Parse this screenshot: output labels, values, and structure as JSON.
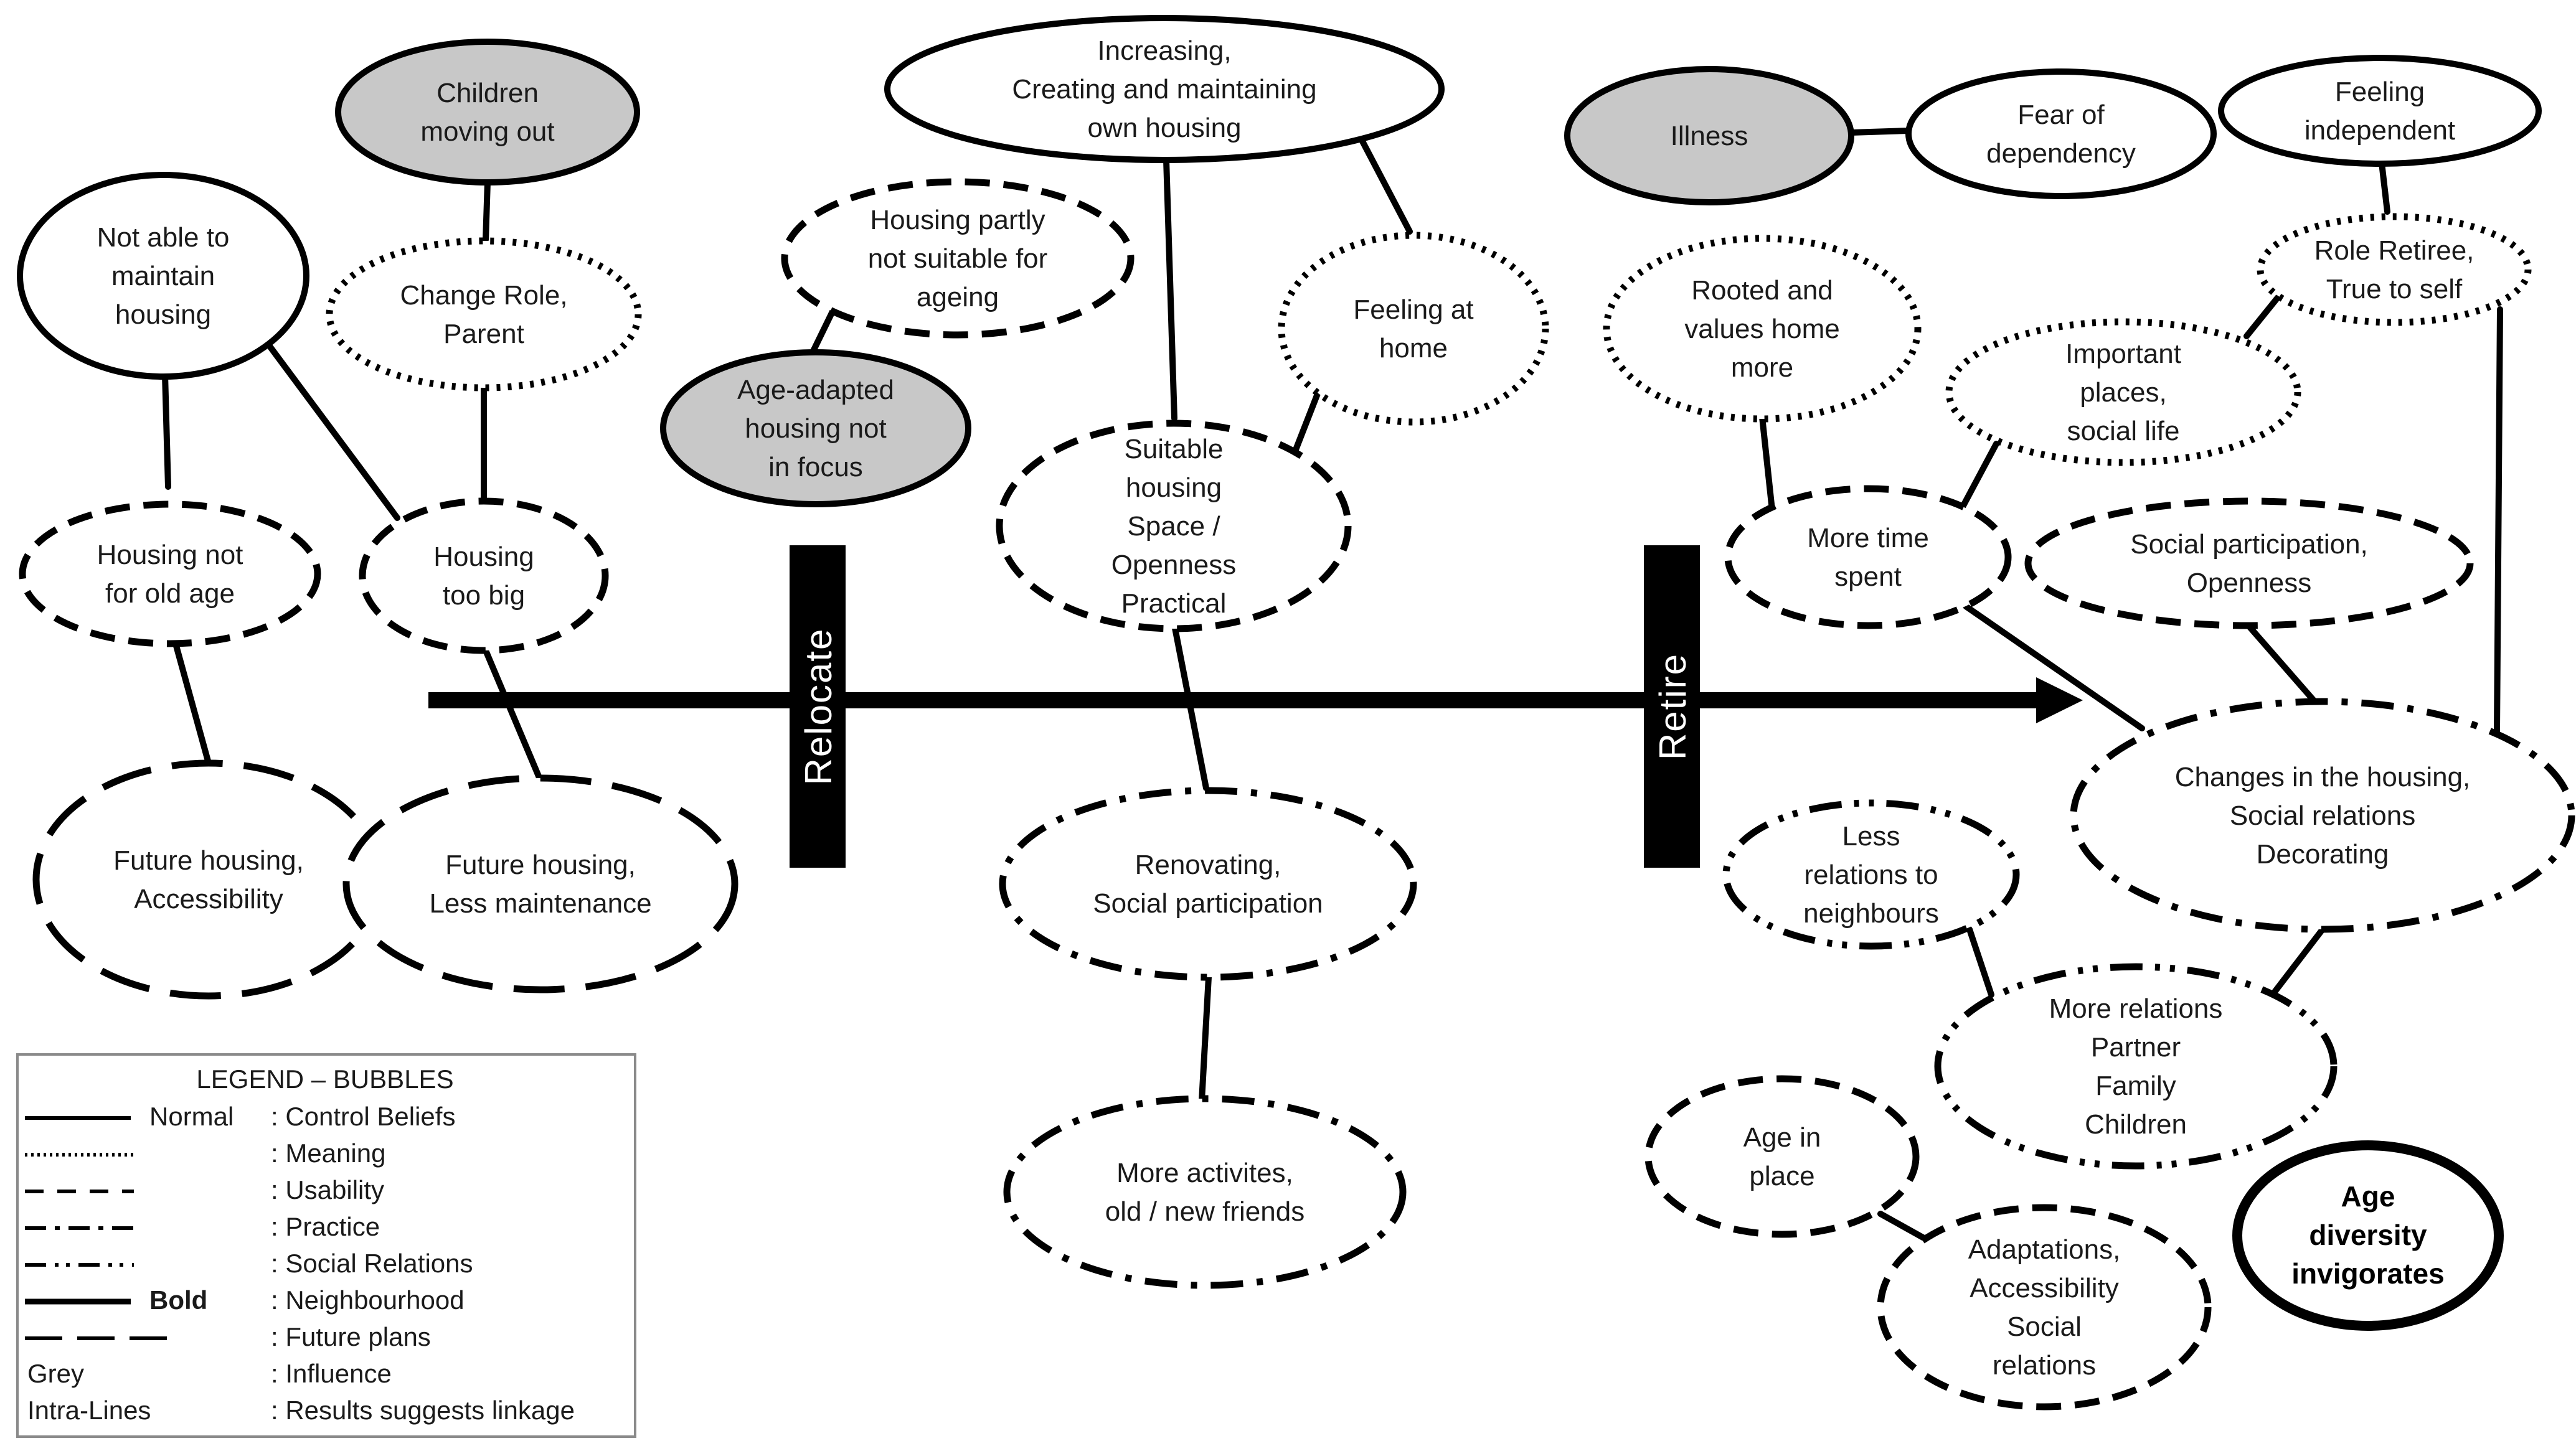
{
  "colors": {
    "line": "#000000",
    "grey_fill": "#c8c8c8",
    "bar": "#000000",
    "legend_border": "#8a8a8a"
  },
  "bubbles": [
    {
      "id": "children-moving-out",
      "style": "normal",
      "grey": true,
      "lines": [
        "Children",
        "moving out"
      ]
    },
    {
      "id": "not-able-to-maintain",
      "style": "normal",
      "grey": false,
      "lines": [
        "Not able to",
        "maintain",
        "housing"
      ]
    },
    {
      "id": "change-role-parent",
      "style": "meaning",
      "grey": false,
      "lines": [
        "Change Role,",
        "Parent"
      ]
    },
    {
      "id": "housing-not-for-old-age",
      "style": "usability",
      "grey": false,
      "lines": [
        "Housing not",
        "for old age"
      ]
    },
    {
      "id": "housing-too-big",
      "style": "usability",
      "grey": false,
      "lines": [
        "Housing",
        "too big"
      ]
    },
    {
      "id": "future-housing-accessibility",
      "style": "future",
      "grey": false,
      "lines": [
        "Future housing,",
        "Accessibility"
      ]
    },
    {
      "id": "future-housing-less-maintenance",
      "style": "future",
      "grey": false,
      "lines": [
        "Future housing,",
        "Less maintenance"
      ]
    },
    {
      "id": "increasing-creating-housing",
      "style": "normal",
      "grey": false,
      "lines": [
        "Increasing,",
        "Creating and maintaining",
        "own housing"
      ]
    },
    {
      "id": "housing-partly-not-suitable",
      "style": "usability",
      "grey": false,
      "lines": [
        "Housing partly",
        "not suitable for",
        "ageing"
      ]
    },
    {
      "id": "age-adapted-housing",
      "style": "normal",
      "grey": true,
      "lines": [
        "Age-adapted",
        "housing not",
        "in focus"
      ]
    },
    {
      "id": "feeling-at-home",
      "style": "meaning",
      "grey": false,
      "lines": [
        "Feeling at",
        "home"
      ]
    },
    {
      "id": "suitable-housing",
      "style": "usability",
      "grey": false,
      "lines": [
        "Suitable",
        "housing",
        "Space /",
        "Openness",
        "Practical"
      ]
    },
    {
      "id": "renovating-social-participation",
      "style": "practice",
      "grey": false,
      "lines": [
        "Renovating,",
        "Social participation"
      ]
    },
    {
      "id": "more-activities",
      "style": "practice",
      "grey": false,
      "lines": [
        "More activites,",
        "old / new friends"
      ]
    },
    {
      "id": "illness",
      "style": "normal",
      "grey": true,
      "lines": [
        "Illness"
      ]
    },
    {
      "id": "fear-of-dependency",
      "style": "normal",
      "grey": false,
      "lines": [
        "Fear of",
        "dependency"
      ]
    },
    {
      "id": "feeling-independent",
      "style": "normal",
      "grey": false,
      "lines": [
        "Feeling",
        "independent"
      ]
    },
    {
      "id": "rooted-values-home",
      "style": "meaning",
      "grey": false,
      "lines": [
        "Rooted and",
        "values home",
        "more"
      ]
    },
    {
      "id": "role-retiree",
      "style": "meaning",
      "grey": false,
      "lines": [
        "Role Retiree,",
        "True to self"
      ]
    },
    {
      "id": "important-places",
      "style": "meaning",
      "grey": false,
      "lines": [
        "Important",
        "places,",
        "social life"
      ]
    },
    {
      "id": "more-time-spent",
      "style": "usability",
      "grey": false,
      "lines": [
        "More time",
        "spent"
      ]
    },
    {
      "id": "social-participation-openness",
      "style": "usability",
      "grey": false,
      "lines": [
        "Social participation,",
        "Openness"
      ]
    },
    {
      "id": "changes-in-housing",
      "style": "practice",
      "grey": false,
      "lines": [
        "Changes in the housing,",
        "Social relations",
        "Decorating"
      ]
    },
    {
      "id": "less-relations-neighbours",
      "style": "social",
      "grey": false,
      "lines": [
        "Less",
        "relations to",
        "neighbours"
      ]
    },
    {
      "id": "more-relations",
      "style": "social",
      "grey": false,
      "lines": [
        "More relations",
        "Partner",
        "Family",
        "Children"
      ]
    },
    {
      "id": "age-in-place",
      "style": "usability",
      "grey": false,
      "lines": [
        "Age in",
        "place"
      ]
    },
    {
      "id": "adaptations-accessibility",
      "style": "usability",
      "grey": false,
      "lines": [
        "Adaptations,",
        "Accessibility",
        "Social",
        "relations"
      ]
    },
    {
      "id": "age-diversity-invigorates",
      "style": "bold",
      "grey": false,
      "lines": [
        "Age",
        "diversity",
        "invigorates"
      ]
    }
  ],
  "bars": [
    {
      "id": "relocate",
      "label": "Relocate"
    },
    {
      "id": "retire",
      "label": "Retire"
    }
  ],
  "legend": {
    "title": "LEGEND – BUBBLES",
    "items": [
      {
        "style": "normal",
        "key": "Normal",
        "label": ": Control Beliefs"
      },
      {
        "style": "meaning",
        "key": "",
        "label": ": Meaning"
      },
      {
        "style": "usability",
        "key": "",
        "label": ": Usability"
      },
      {
        "style": "practice",
        "key": "",
        "label": ": Practice"
      },
      {
        "style": "social",
        "key": "",
        "label": ": Social Relations"
      },
      {
        "style": "bold",
        "key": "Bold",
        "label": ": Neighbourhood"
      },
      {
        "style": "future",
        "key": "",
        "label": ": Future plans"
      },
      {
        "style": "grey",
        "key": "Grey",
        "label": ": Influence"
      },
      {
        "style": "intra",
        "key": "Intra-Lines",
        "label": ": Results suggests linkage"
      }
    ]
  }
}
